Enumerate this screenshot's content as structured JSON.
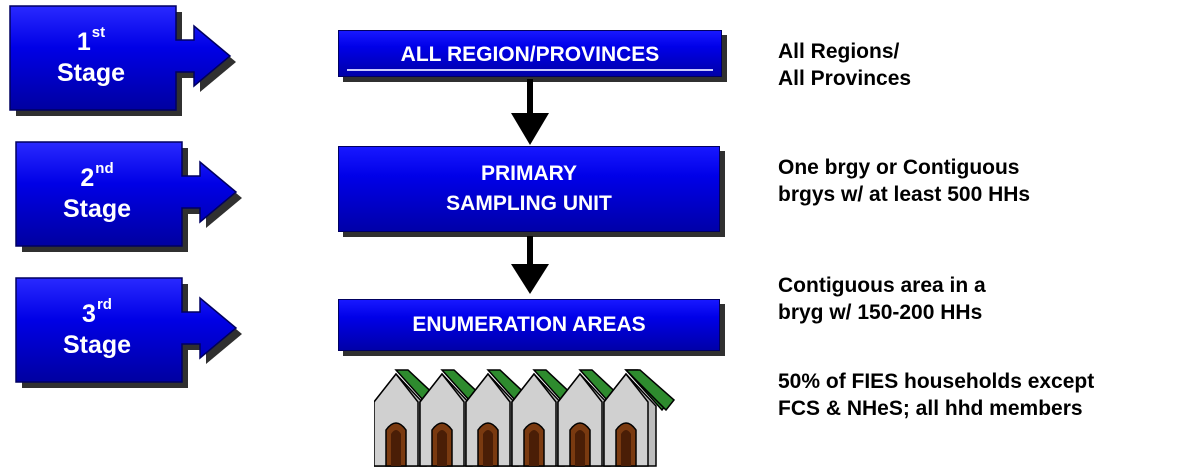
{
  "stages": [
    {
      "number": "1",
      "suffix": "st",
      "label": "Stage"
    },
    {
      "number": "2",
      "suffix": "nd",
      "label": "Stage"
    },
    {
      "number": "3",
      "suffix": "rd",
      "label": "Stage"
    }
  ],
  "boxes": {
    "region": {
      "line1": "ALL  REGION/PROVINCES"
    },
    "psu": {
      "line1": "PRIMARY",
      "line2": "SAMPLING UNIT"
    },
    "ea": {
      "line1": "ENUMERATION AREAS"
    }
  },
  "descriptions": {
    "stage1": {
      "line1": "All Regions/",
      "line2": "All Provinces"
    },
    "stage2": {
      "line1": "One brgy or Contiguous",
      "line2": "brgys w/ at least 500 HHs"
    },
    "stage3": {
      "line1": "Contiguous area in a",
      "line2": "bryg w/ 150-200 HHs"
    },
    "households": {
      "line1": "50% of FIES households except",
      "line2": "FCS & NHeS; all hhd members"
    }
  },
  "colors": {
    "arrow_fill": "#0000e0",
    "box_fill": "#0000d0",
    "shadow": "#303030",
    "roof": "#2e8b2e",
    "wall": "#bdbdbd",
    "door": "#7a3a10"
  }
}
